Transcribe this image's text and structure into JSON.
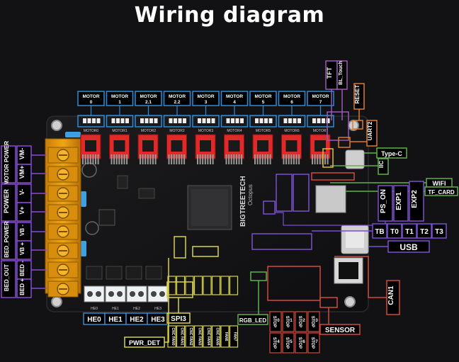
{
  "title": "Wiring diagram",
  "colors": {
    "background": "#121214",
    "motor": "#2f8bd6",
    "power": "#8a4bd6",
    "usb": "#7a4fd0",
    "thermistor": "#2f8bd6",
    "fan": "#d8d24a",
    "spi": "#d8d24a",
    "pwr_det": "#d8d24a",
    "rgb": "#5fb24a",
    "sensor": "#d14a3c",
    "can": "#d14a3c",
    "reset": "#e07a2a",
    "tft": "#9b59b6",
    "iic": "#5fb24a",
    "uart": "#e07a2a",
    "wifi": "#5fb24a"
  },
  "motors": [
    {
      "name": "MOTOR",
      "num": "0"
    },
    {
      "name": "MOTOR",
      "num": "1"
    },
    {
      "name": "MOTOR",
      "num": "2.1"
    },
    {
      "name": "MOTOR",
      "num": "2.2"
    },
    {
      "name": "MOTOR",
      "num": "3"
    },
    {
      "name": "MOTOR",
      "num": "4"
    },
    {
      "name": "MOTOR",
      "num": "5"
    },
    {
      "name": "MOTOR",
      "num": "6"
    },
    {
      "name": "MOTOR",
      "num": "7"
    }
  ],
  "motor_silk": [
    "MOTOR0",
    "MOTOR1",
    "MOTOR2",
    "MOTOR2",
    "MOTOR3",
    "MOTOR4",
    "MOTOR5",
    "MOTOR6",
    "MOTOR7"
  ],
  "power_labels": {
    "motor_power": "MOTOR POWER",
    "motor_vm_minus": "VM-",
    "motor_vm_plus": "VM+",
    "power": "POWER",
    "power_v_minus": "V-",
    "power_v_plus": "V+",
    "bed_power": "BED_POWER",
    "bed_power_vb_minus": "VB -",
    "bed_power_vb_plus": "VB +",
    "bed_out": "BED_OUT",
    "bed_minus": "BED -",
    "bed_plus": "BED +"
  },
  "heaters": [
    "HE0",
    "HE1",
    "HE2",
    "HE3"
  ],
  "thermistors": [
    "TB",
    "T0",
    "T1",
    "T2",
    "T3"
  ],
  "fans": [
    "CNC FAN0",
    "CNC FAN1",
    "CNC FAN2",
    "CNC FAN3",
    "CNC FAN4",
    "CNC FAN5",
    "FAN6",
    "FAN7"
  ],
  "stops": [
    {
      "name": "STOP",
      "num": "0"
    },
    {
      "name": "STOP",
      "num": "1"
    },
    {
      "name": "STOP",
      "num": "2"
    },
    {
      "name": "STOP",
      "num": "3"
    },
    {
      "name": "STOP",
      "num": "4"
    },
    {
      "name": "STOP",
      "num": "5"
    },
    {
      "name": "STOP",
      "num": "6"
    },
    {
      "name": "STOP",
      "num": "7"
    }
  ],
  "connectors": {
    "tft": "TFT",
    "bl_touch": "BL_Touch",
    "reset": "RESET",
    "uart2": "UART2",
    "type_c": "Type-C",
    "iic": "IIC",
    "wifi": "WIFI",
    "tf_card": "TF_CARD",
    "ps_on": "PS_ON",
    "exp1": "EXP1",
    "exp2": "EXP2",
    "usb": "USB",
    "spi3": "SPI3",
    "rgb_led": "RGB_LED",
    "pwr_det": "PWR_DET",
    "sensor": "SENSOR",
    "can1": "CAN1"
  },
  "silkscreen": {
    "brand": "BIGTREETECH",
    "model": "Octopus",
    "heater_silk": [
      "HE0",
      "HE1",
      "HE2",
      "HE3"
    ]
  }
}
